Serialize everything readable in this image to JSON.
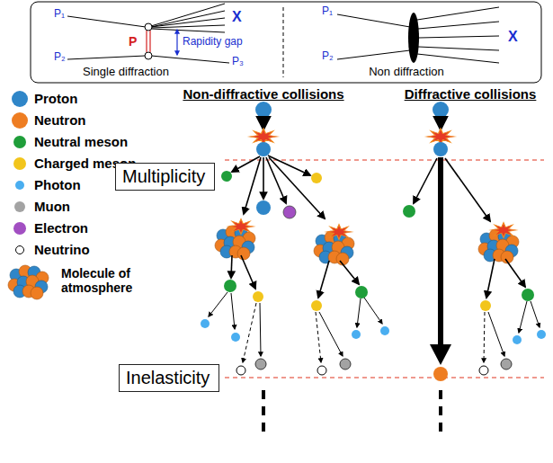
{
  "diagram": {
    "nodes": [
      {
        "text": [
          "Multiplicity"
        ]
      },
      {
        "text": [
          "Inelasticity"
        ]
      }
    ],
    "labels": [
      "P₁",
      "X",
      "P",
      "Rapidity gap",
      "P₂",
      "P₃",
      "Single diffraction",
      "P₁",
      "X",
      "P₂",
      "Non diffraction",
      "Non-diffractive collisions",
      "Diffractive collisions"
    ],
    "legend": [
      {
        "text": "Proton",
        "color": "#2f86c8"
      },
      {
        "text": "Neutron",
        "color": "#ee7d22"
      },
      {
        "text": "Neutral meson",
        "color": "#1f9e3a"
      },
      {
        "text": "Charged meson",
        "color": "#f2c51c"
      },
      {
        "text": "Photon",
        "color": "#4aaef0"
      },
      {
        "text": "Muon",
        "color": "#a3a3a3"
      },
      {
        "text": "Electron",
        "color": "#a24fc2"
      },
      {
        "text": "Neutrino",
        "color": "#ffffff"
      },
      {
        "text": "Molecule of atmosphere"
      }
    ]
  }
}
